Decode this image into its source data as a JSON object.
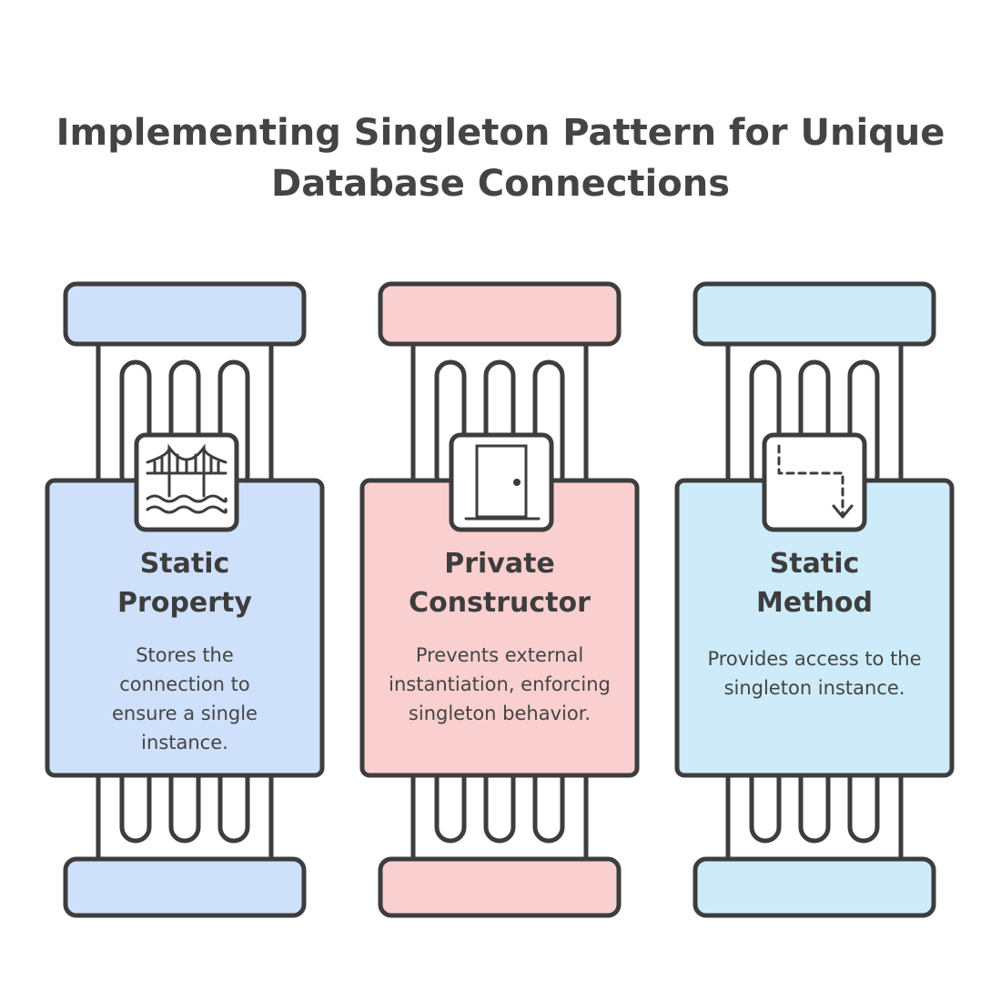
{
  "title": {
    "line1": "Implementing Singleton Pattern for Unique",
    "line2": "Database Connections"
  },
  "pillars": [
    {
      "heading_line1": "Static",
      "heading_line2": "Property",
      "description": "Stores the connection to ensure a single instance.",
      "icon": "bridge-icon",
      "color": "#cfe0fb"
    },
    {
      "heading_line1": "Private",
      "heading_line2": "Constructor",
      "description": "Prevents external instantiation, enforcing singleton behavior.",
      "icon": "door-icon",
      "color": "#f9cfcf"
    },
    {
      "heading_line1": "Static",
      "heading_line2": "Method",
      "description": "Provides access to the singleton instance.",
      "icon": "path-arrow-icon",
      "color": "#cdebf9"
    }
  ]
}
